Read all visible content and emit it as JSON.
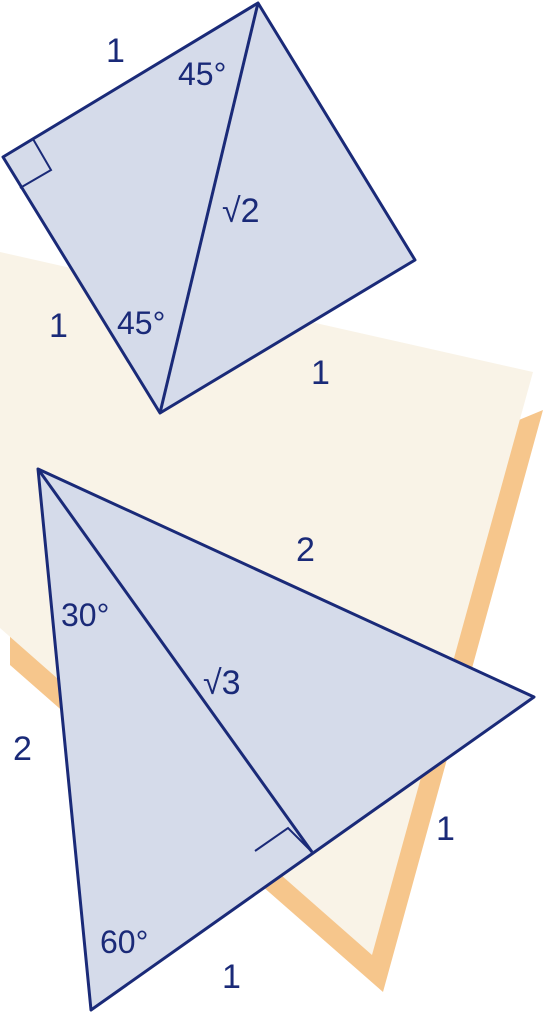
{
  "colors": {
    "shape_fill": "#d5dbea",
    "shape_stroke": "#1a2a78",
    "paper_fill": "#f9f3e7",
    "paper_shadow": "#f6c68c",
    "label_color": "#1a2a78"
  },
  "square": {
    "side_top": "1",
    "side_left": "1",
    "side_bottom": "1",
    "angle_top": "45°",
    "angle_bottom": "45°",
    "diagonal": "√2"
  },
  "triangle": {
    "hypotenuse": "2",
    "left_side": "2",
    "bottom_side": "1",
    "right_side": "1",
    "angle_top": "30°",
    "angle_bottom": "60°",
    "altitude": "√3"
  }
}
